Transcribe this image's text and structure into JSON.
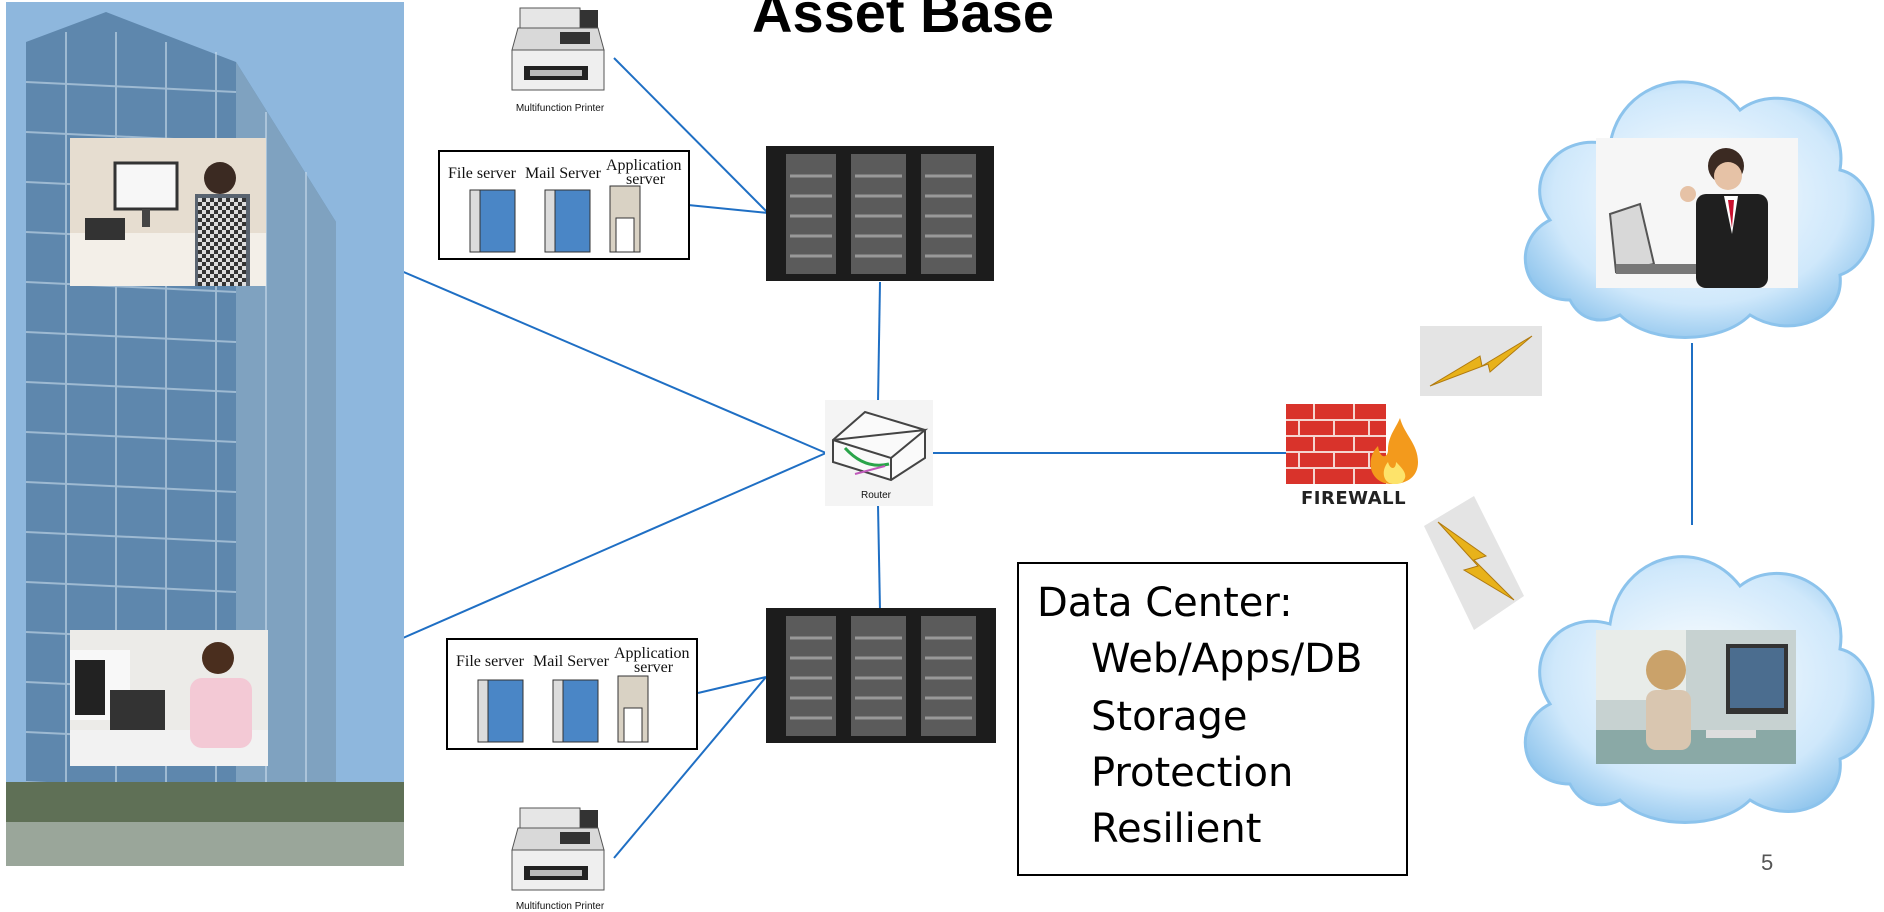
{
  "title": "Asset Base",
  "printer_top": {
    "label": "Multifunction Printer"
  },
  "printer_bottom": {
    "label": "Multifunction Printer"
  },
  "servers_top": {
    "file": "File server",
    "mail": "Mail Server",
    "app_line1": "Application",
    "app_line2": "server"
  },
  "servers_bottom": {
    "file": "File server",
    "mail": "Mail Server",
    "app_line1": "Application",
    "app_line2": "server"
  },
  "router": {
    "label": "Router"
  },
  "firewall": {
    "label": "FIREWALL"
  },
  "data_center": {
    "heading": "Data Center:",
    "items": [
      "Web/Apps/DB",
      "Storage",
      "Protection",
      "Resilient"
    ]
  },
  "page_number": "5",
  "colors": {
    "link_line": "#1f6fc4",
    "cloud": "#cfe8fb",
    "cloud_edge": "#8cc3ec",
    "bolt": "#e8b21a",
    "brick": "#d9332b",
    "rack": "#1c1c1c"
  }
}
